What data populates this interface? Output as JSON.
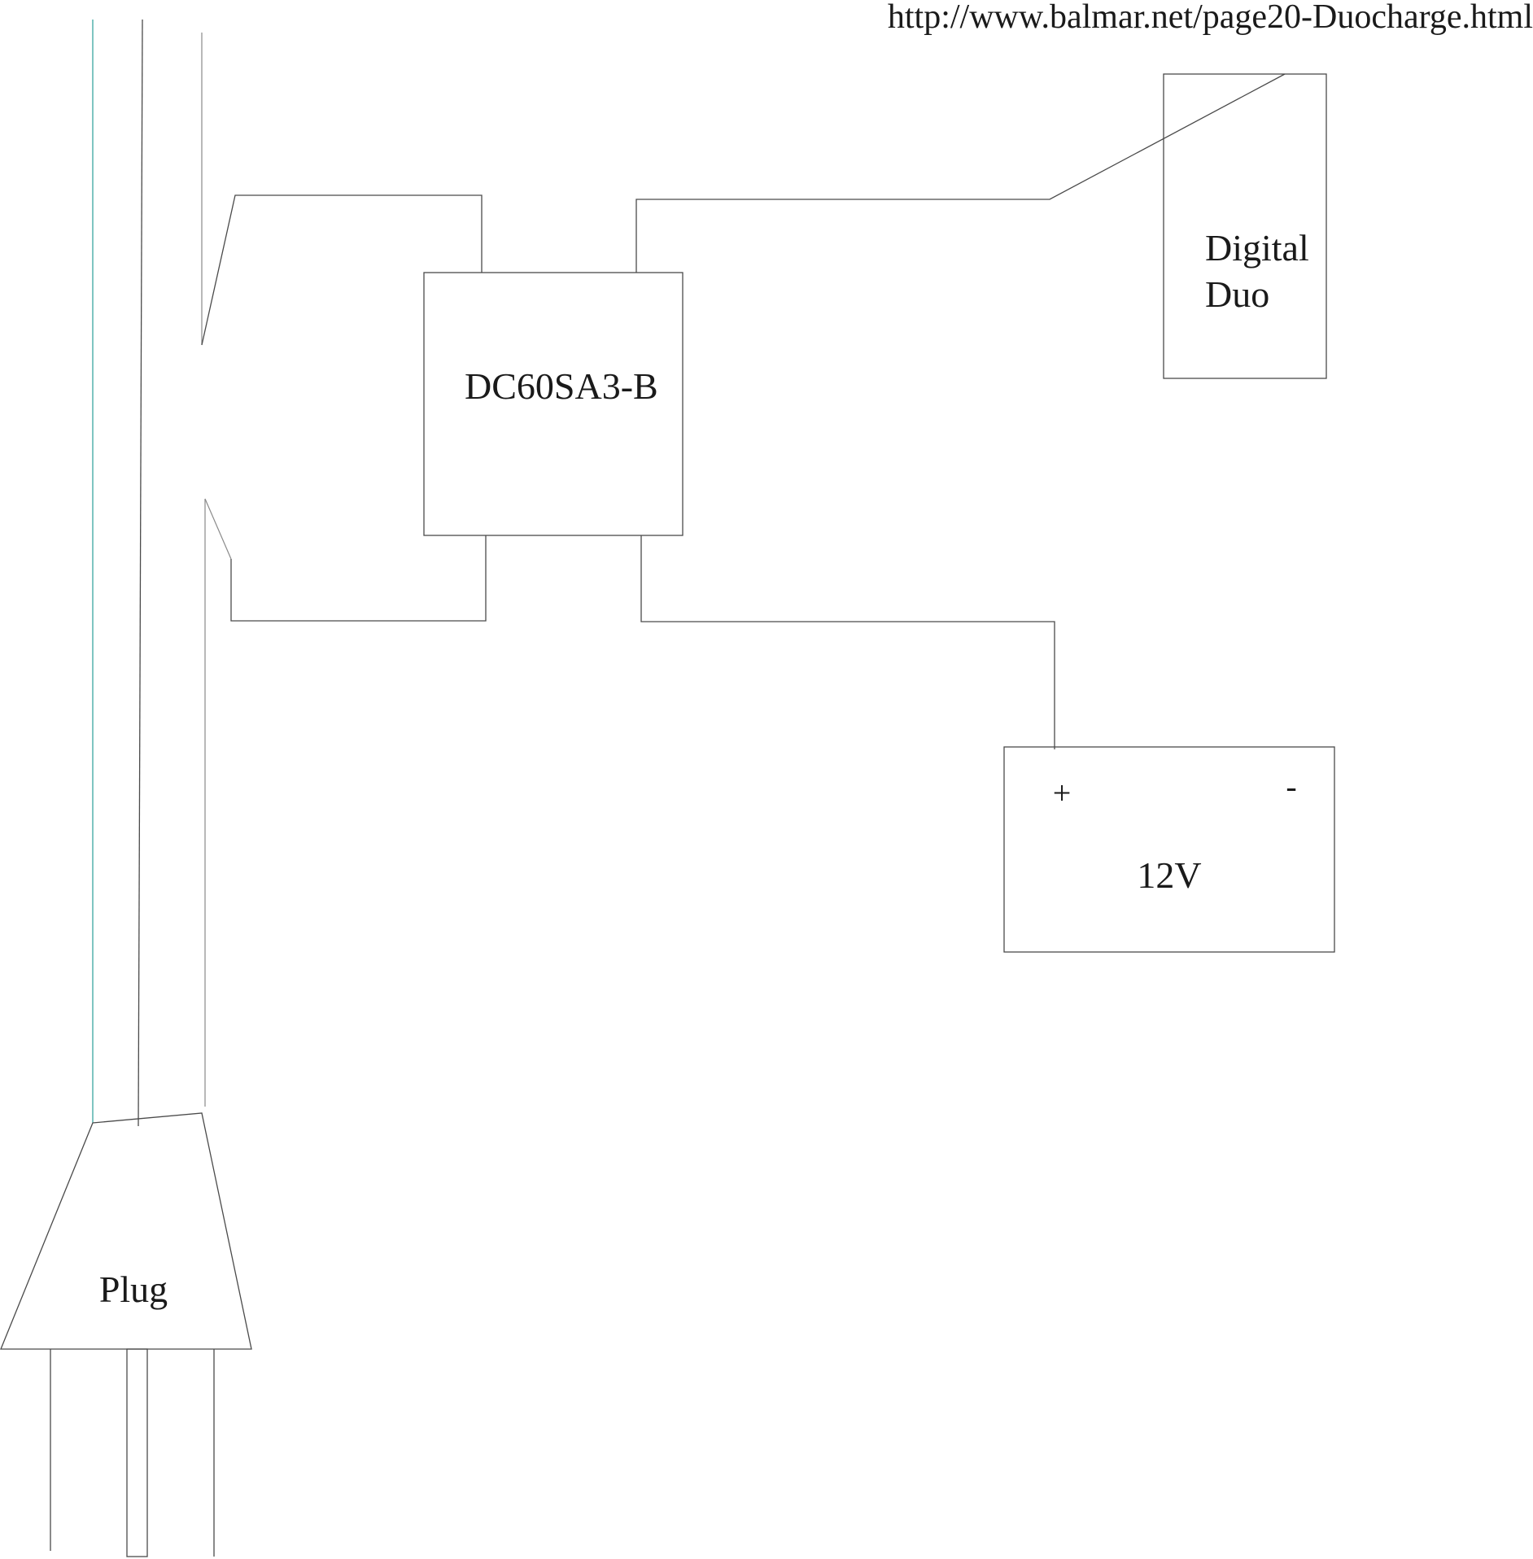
{
  "source_url": "http://www.balmar.net/page20-Duocharge.html",
  "components": {
    "plug": "Plug",
    "controller": "DC60SA3-B",
    "digital_duo_line1": "Digital",
    "digital_duo_line2": "Duo",
    "battery": "12V",
    "battery_positive": "+",
    "battery_negative": "-"
  },
  "colors": {
    "wire": "#4a4a4a",
    "wire_light": "#8a8a8a",
    "wire_ground": "#3aa6a0",
    "background": "#ffffff"
  }
}
